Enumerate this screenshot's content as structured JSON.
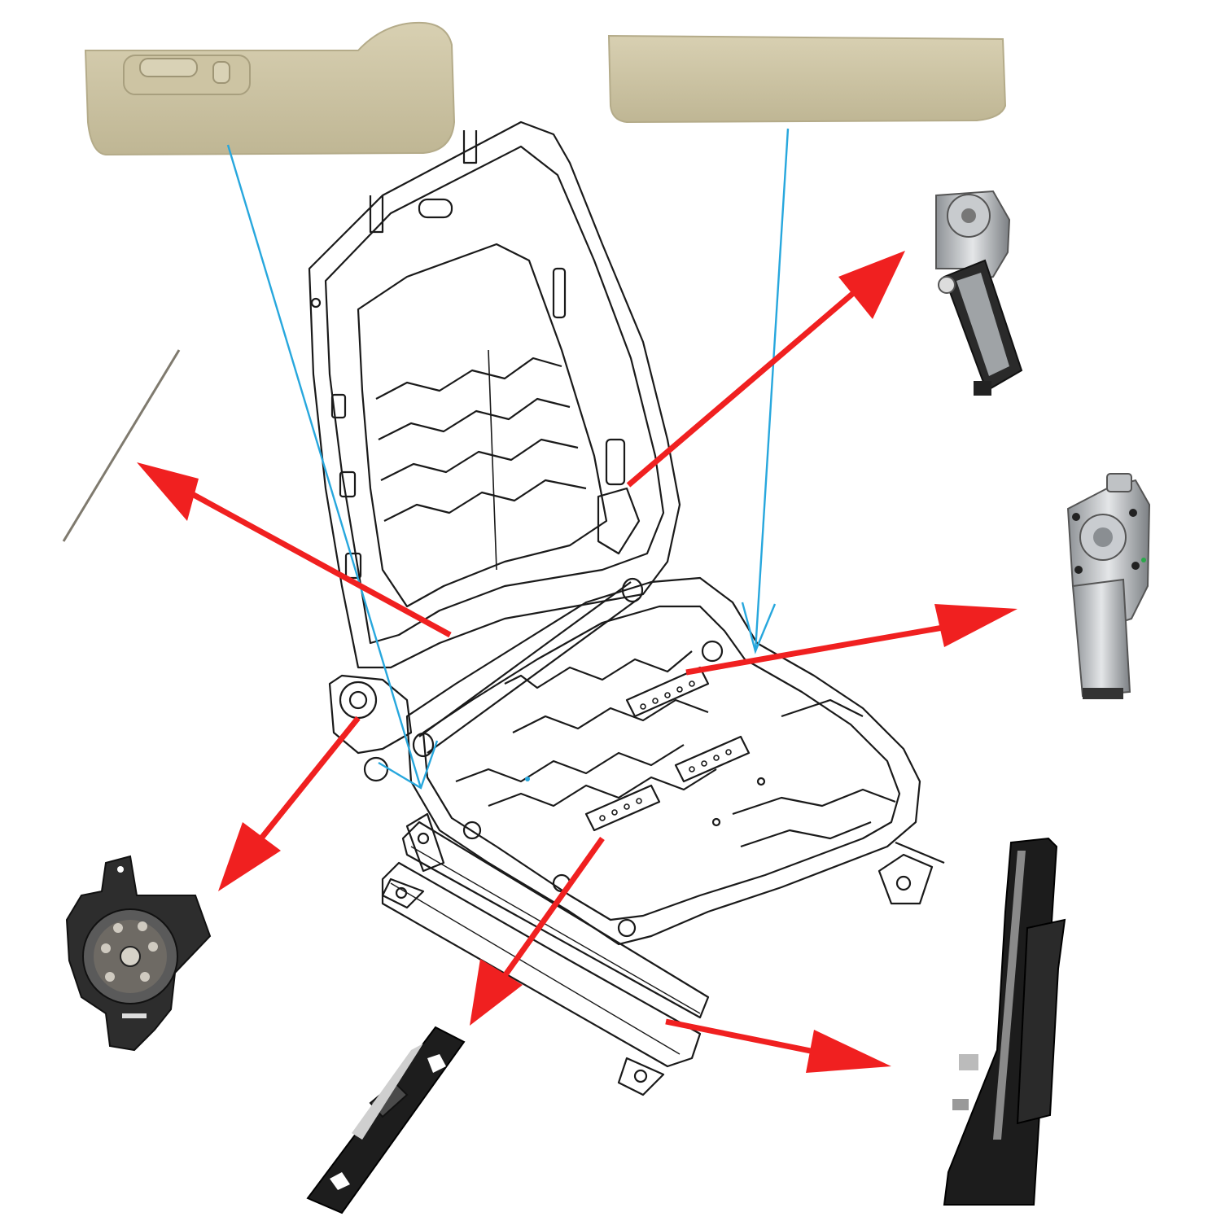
{
  "diagram": {
    "type": "exploded-parts-callout",
    "subject": "seat-frame-line-drawing",
    "parts": [
      {
        "id": "side-trim-switch-panel",
        "icon": "seat-switch-trim-panel"
      },
      {
        "id": "side-trim-plain-panel",
        "icon": "seat-side-trim-panel"
      },
      {
        "id": "backrest-motor",
        "icon": "gear-motor"
      },
      {
        "id": "side-motor",
        "icon": "drive-motor"
      },
      {
        "id": "recliner-mechanism",
        "icon": "recliner-disc"
      },
      {
        "id": "lumbar-bracket",
        "icon": "adjuster-bracket"
      },
      {
        "id": "rail-spindle",
        "icon": "rail-spindle-track"
      },
      {
        "id": "cable-rod",
        "icon": "rod"
      }
    ],
    "colors": {
      "red_arrow": "#f02020",
      "blue_leader": "#27a7dd",
      "trim_beige": "#cfc6a6",
      "frame_line": "#1a1a1a"
    }
  }
}
